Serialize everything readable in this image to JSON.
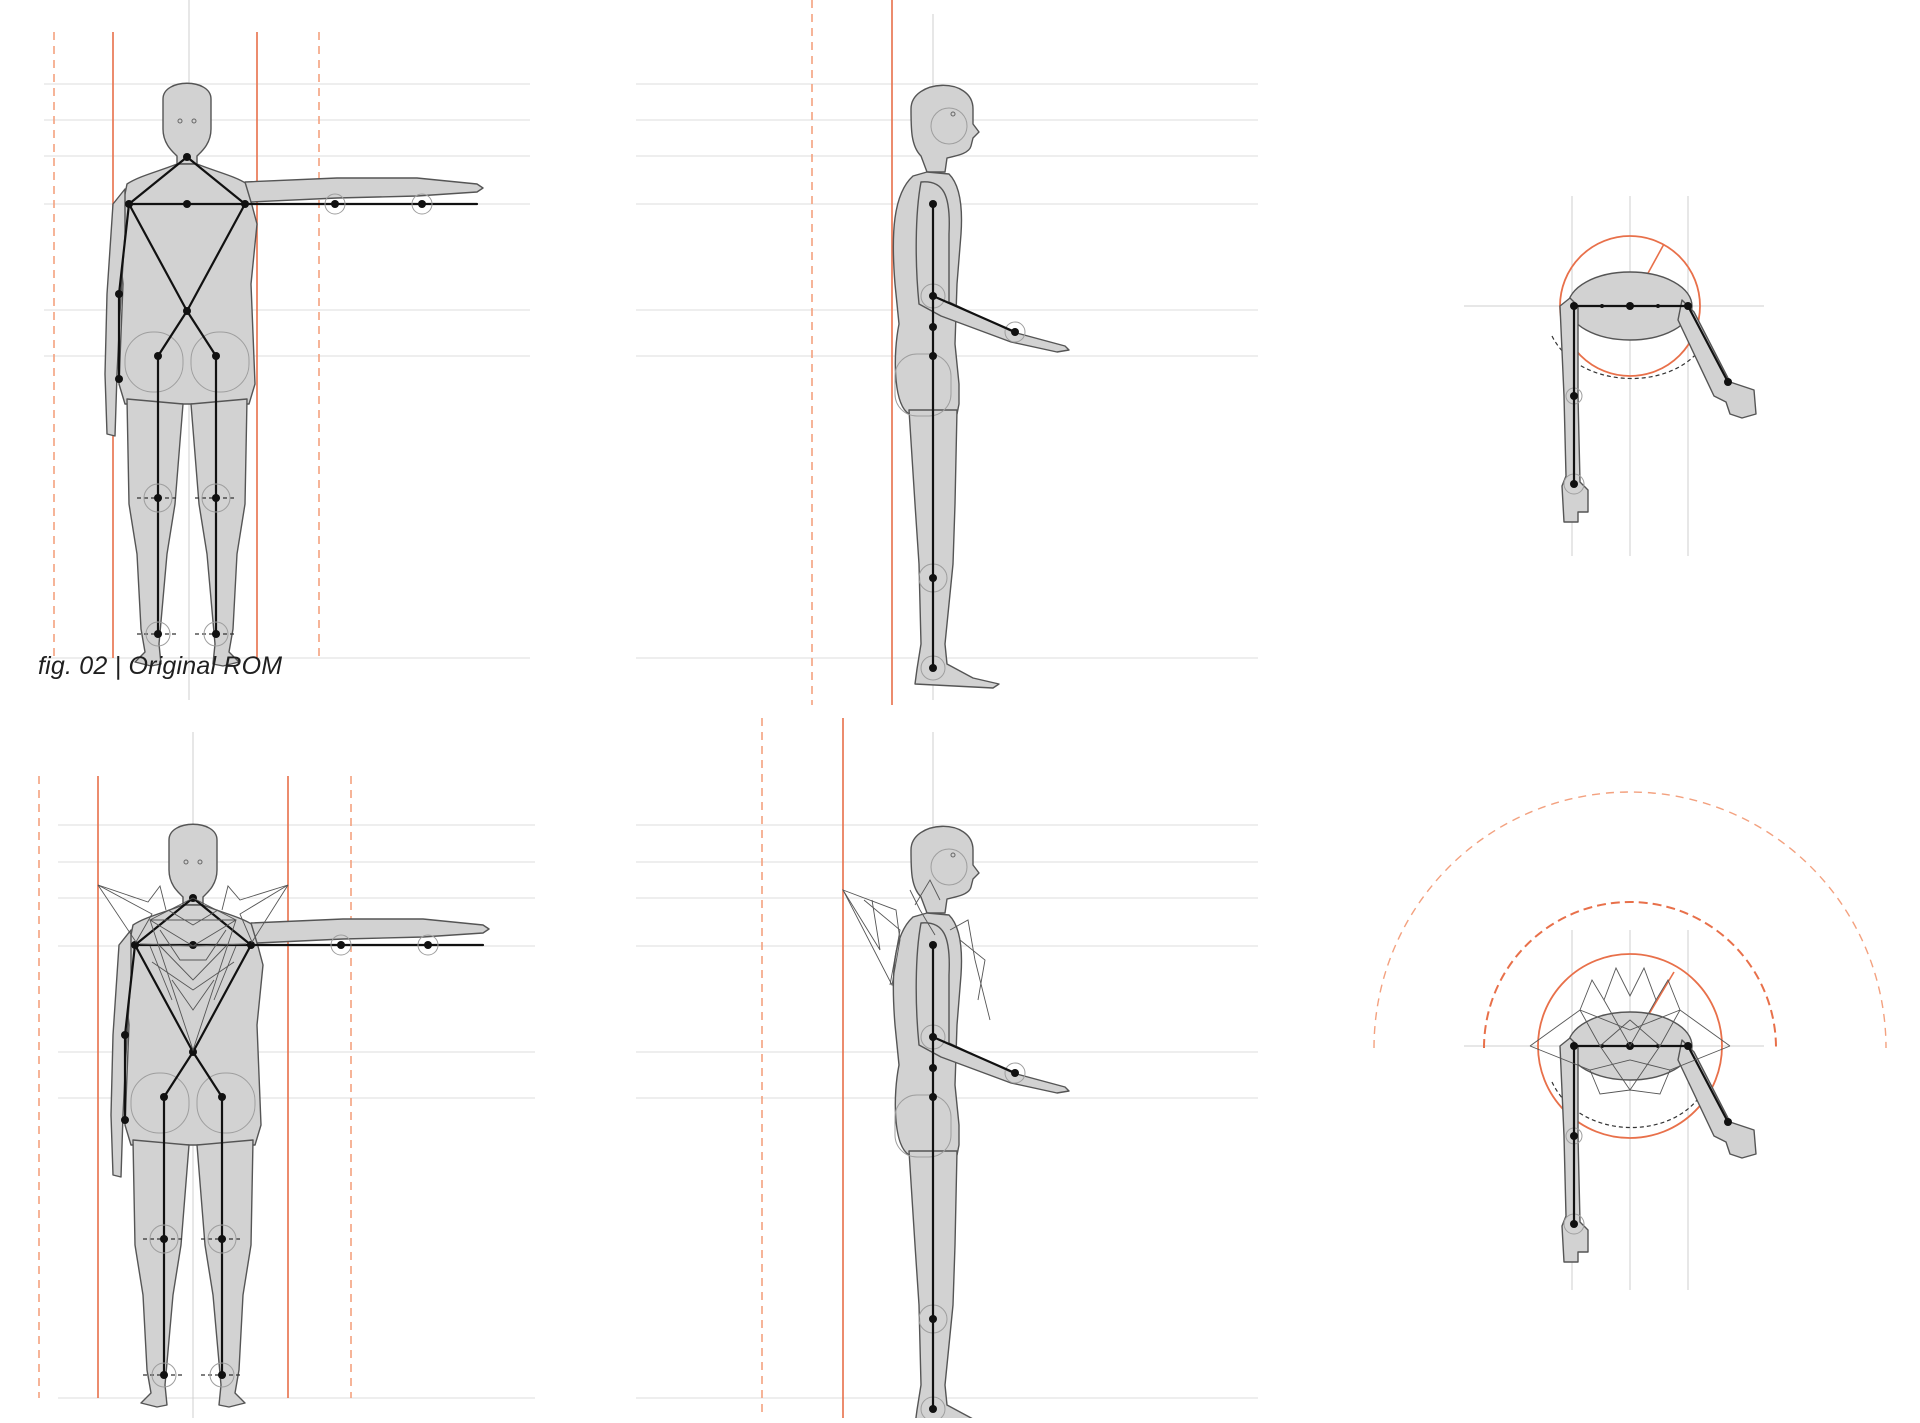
{
  "figure": {
    "caption": "fig. 02  |  Original ROM"
  },
  "colors": {
    "guide_orange": "#e8704a",
    "guide_orange_dashed": "#f3a17f",
    "body_fill": "#d2d2d2",
    "body_stroke": "#555555",
    "skeleton": "#111111",
    "grid": "#dcdcdc"
  },
  "panels": [
    {
      "id": "front-original",
      "view": "front",
      "variant": "original"
    },
    {
      "id": "side-original",
      "view": "side",
      "variant": "original"
    },
    {
      "id": "top-original",
      "view": "top",
      "variant": "original"
    },
    {
      "id": "front-augmented",
      "view": "front",
      "variant": "augmented"
    },
    {
      "id": "side-augmented",
      "view": "side",
      "variant": "augmented"
    },
    {
      "id": "top-augmented",
      "view": "top",
      "variant": "augmented"
    }
  ]
}
